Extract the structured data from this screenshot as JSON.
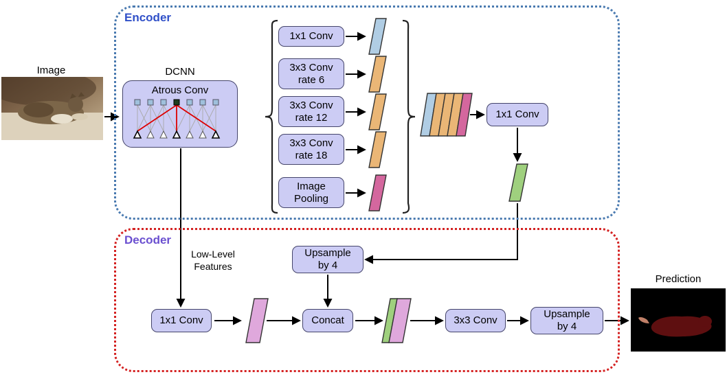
{
  "input": {
    "label": "Image"
  },
  "output": {
    "label": "Prediction"
  },
  "encoder": {
    "title": "Encoder",
    "dcnn_label": "DCNN",
    "atrous_label": "Atrous Conv",
    "branches": [
      {
        "label": "1x1 Conv"
      },
      {
        "label": "3x3 Conv\nrate 6"
      },
      {
        "label": "3x3 Conv\nrate 12"
      },
      {
        "label": "3x3 Conv\nrate 18"
      },
      {
        "label": "Image\nPooling"
      }
    ],
    "output_conv_label": "1x1 Conv"
  },
  "decoder": {
    "title": "Decoder",
    "low_level_label": "Low-Level\nFeatures",
    "conv1x1_label": "1x1 Conv",
    "upsample_mid_label": "Upsample\nby 4",
    "concat_label": "Concat",
    "conv3x3_label": "3x3 Conv",
    "upsample_out_label": "Upsample\nby 4"
  },
  "colors": {
    "node_fill": "#ccccf4",
    "encoder_border": "#4a7ab0",
    "encoder_title": "#3050c8",
    "decoder_border": "#d42222",
    "decoder_title": "#6a4fd0",
    "feature_blue": "#b0cde4",
    "feature_orange": "#eab676",
    "feature_pink": "#d4679e",
    "feature_green": "#9fd07e",
    "feature_plum": "#dfa8dc",
    "atrous_highlight_red": "#dd0000",
    "arrow": "#000000"
  }
}
